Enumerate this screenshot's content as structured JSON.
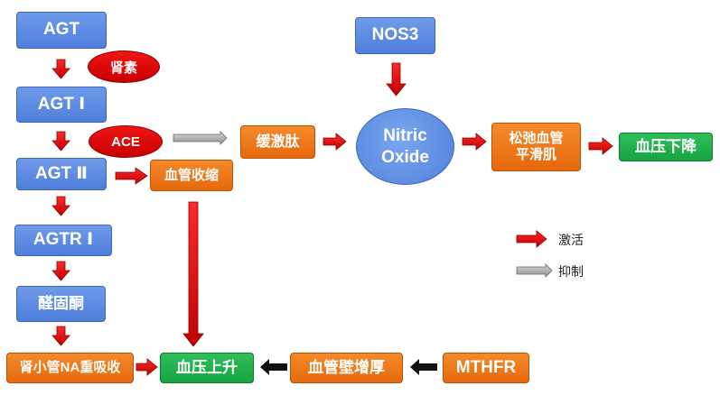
{
  "nodes": {
    "agt": "AGT",
    "agt1": "AGT Ⅰ",
    "agt2": "AGT Ⅱ",
    "agtr1": "AGTR Ⅰ",
    "aldosterone": "醛固酮",
    "renal_na": "肾小管NA重吸收",
    "bp_up": "血压上升",
    "vessel_wall": "血管壁增厚",
    "mthfr": "MTHFR",
    "vasoconstriction": "血管收缩",
    "bradykinin": "缓激肽",
    "nitric_oxide_line1": "Nitric",
    "nitric_oxide_line2": "Oxide",
    "nos3": "NOS3",
    "relax_line1": "松弛血管",
    "relax_line2": "平滑肌",
    "bp_down": "血压下降",
    "renin": "肾素",
    "ace": "ACE"
  },
  "legend": {
    "activate": "激活",
    "inhibit": "抑制"
  },
  "colors": {
    "activate_arrow": "#e00000",
    "inhibit_arrow": "#a6a6a6",
    "block_arrow": "#111111",
    "blue_node": "#5b8be0",
    "orange_node": "#ef7d1c",
    "green_node": "#1faa4a"
  }
}
